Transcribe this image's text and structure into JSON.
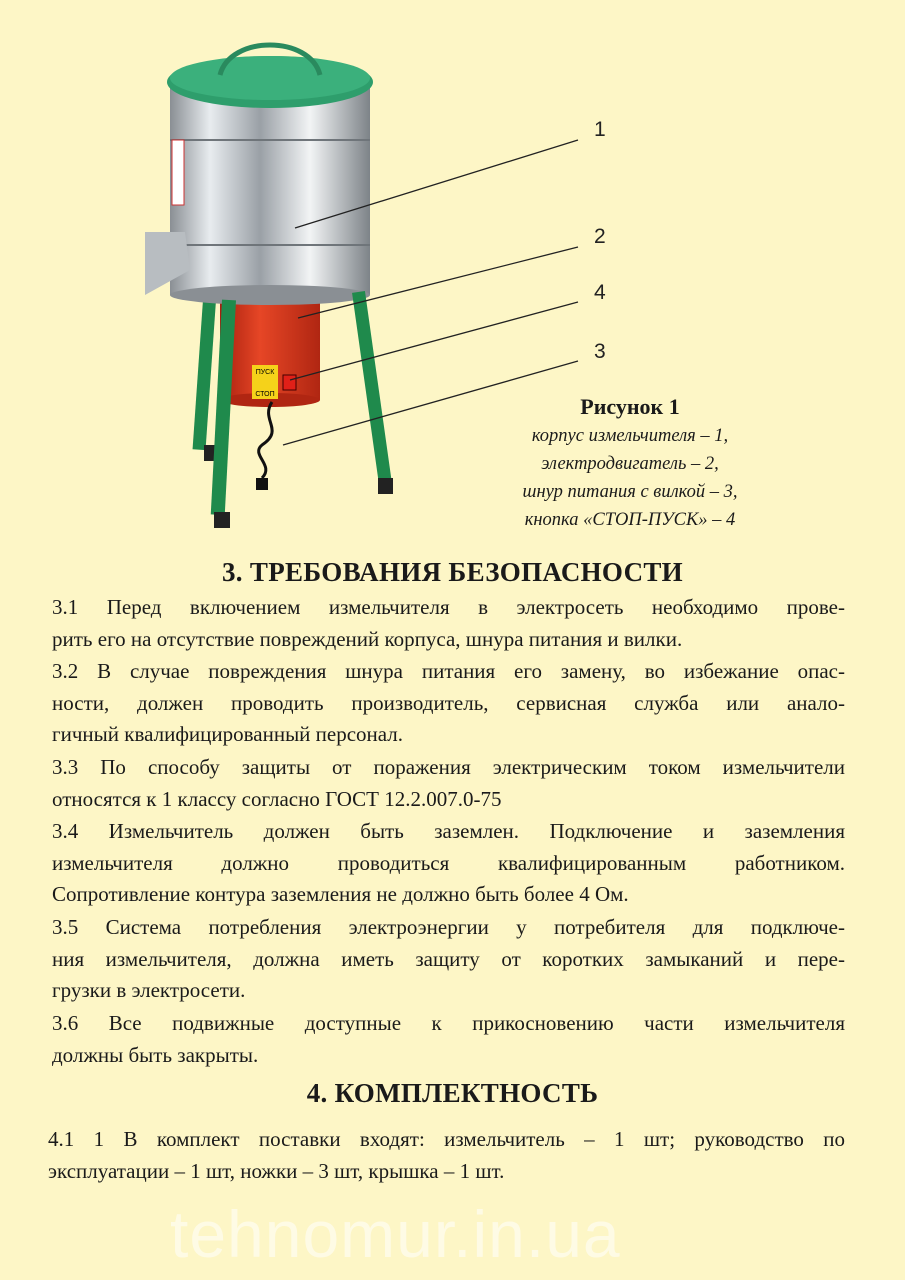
{
  "figure": {
    "callouts": [
      "1",
      "2",
      "4",
      "3"
    ],
    "button_label": [
      "ПУСК",
      "СТОП"
    ],
    "caption_title": "Рисунок 1",
    "caption_lines": [
      "корпус измельчителя – 1,",
      "электродвигатель – 2,",
      "шнур питания с вилкой – 3,",
      "кнопка «СТОП-ПУСК» – 4"
    ]
  },
  "section3": {
    "heading": "3. ТРЕБОВАНИЯ БЕЗОПАСНОСТИ",
    "paragraphs": [
      [
        "3.1 Перед включением измельчителя в электросеть необходимо прове-",
        "рить его на отсутствие повреждений корпуса, шнура питания и вилки."
      ],
      [
        "3.2 В случае повреждения шнура питания его замену, во избежание опас-",
        "ности, должен проводить производитель, сервисная служба или анало-",
        "гичный квалифицированный персонал."
      ],
      [
        "3.3 По способу защиты от поражения электрическим током измельчители",
        "относятся к 1 классу согласно ГОСТ 12.2.007.0-75"
      ],
      [
        "3.4 Измельчитель должен быть заземлен. Подключение и заземления",
        "измельчителя должно проводиться квалифицированным работником.",
        "Сопротивление контура заземления не должно быть более 4 Ом."
      ],
      [
        "3.5 Система потребления электроэнергии у потребителя для подключе-",
        "ния измельчителя, должна иметь защиту от коротких замыканий и пере-",
        "грузки в электросети."
      ],
      [
        "3.6 Все подвижные доступные к прикосновению части измельчителя",
        "должны быть закрыты."
      ]
    ]
  },
  "section4": {
    "heading": "4. КОМПЛЕКТНОСТЬ",
    "paragraphs": [
      [
        "4.1 1 В комплект поставки входят: измельчитель – 1 шт; руководство по",
        "эксплуатации – 1 шт, ножки – 3 шт, крышка – 1 шт."
      ]
    ]
  },
  "watermark": "tehnomur.in.ua",
  "colors": {
    "background": "#fdf6c6",
    "lid": "#2e9e6c",
    "motor": "#d8321c",
    "legs": "#1f8a4c"
  }
}
